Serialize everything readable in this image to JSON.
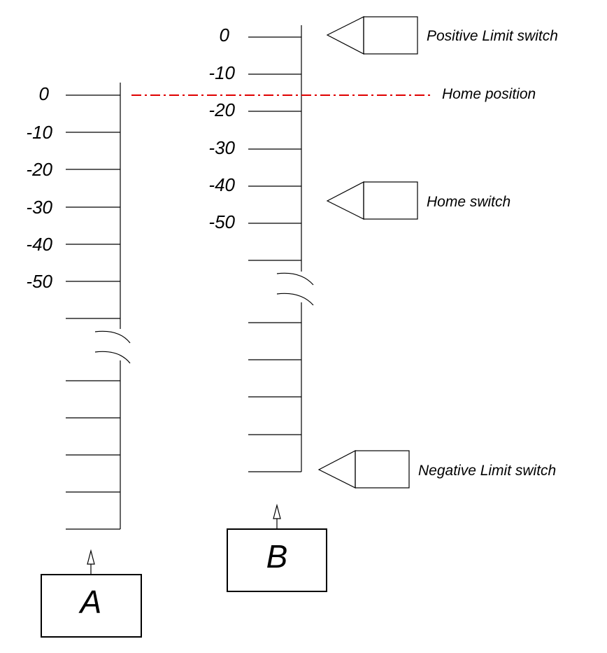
{
  "scale_a": {
    "name": "A",
    "labels": [
      "0",
      "-10",
      "-20",
      "-30",
      "-40",
      "-50"
    ]
  },
  "scale_b": {
    "name": "B",
    "labels": [
      "0",
      "-10",
      "-20",
      "-30",
      "-40",
      "-50"
    ]
  },
  "home_position": {
    "label": "Home position",
    "color": "#e00000"
  },
  "switches": {
    "positive_limit": "Positive Limit switch",
    "home": "Home switch",
    "negative_limit": "Negative Limit switch"
  }
}
